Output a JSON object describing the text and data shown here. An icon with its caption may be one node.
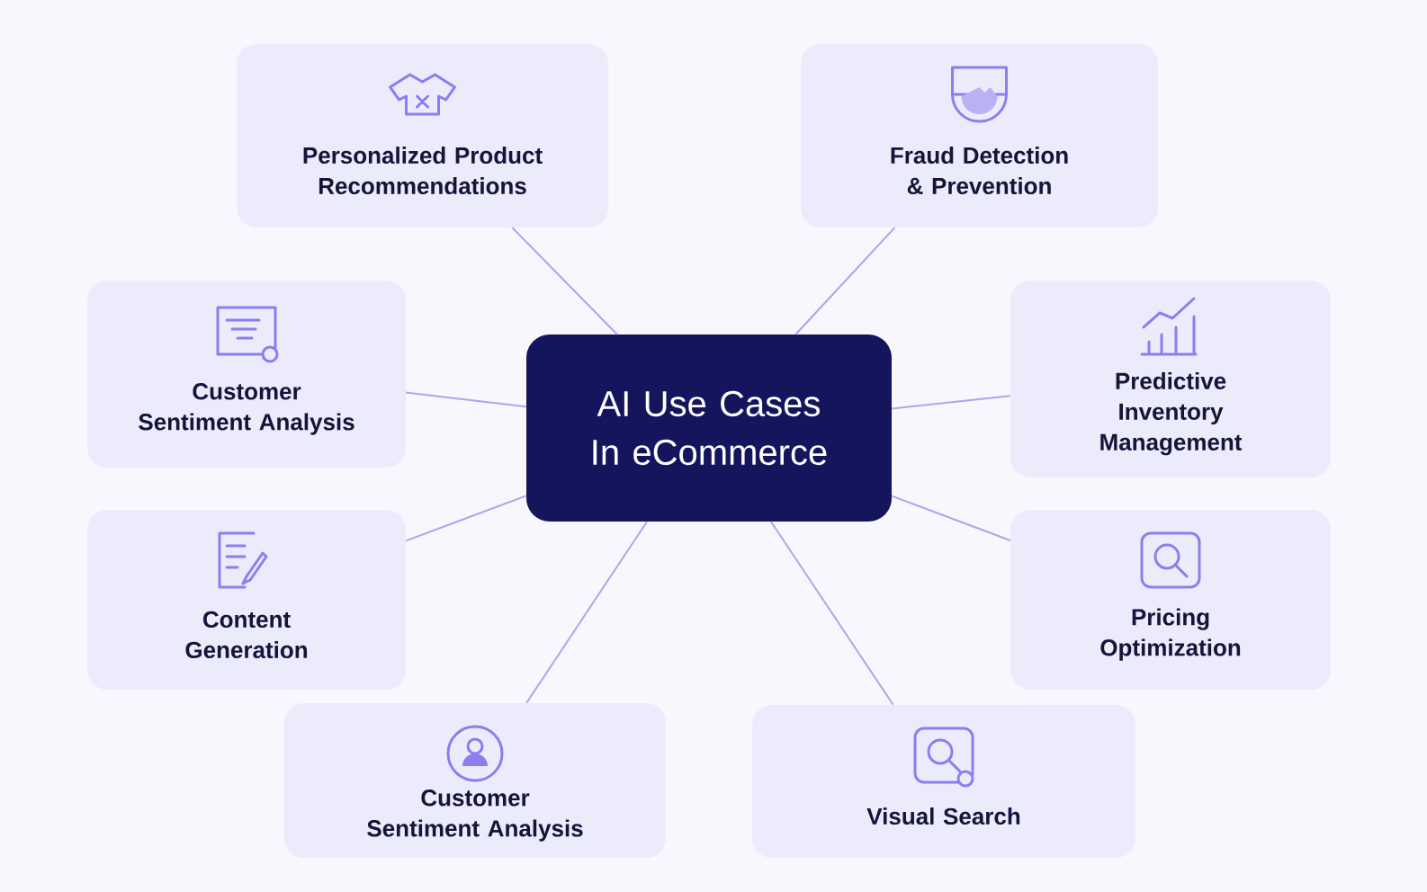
{
  "diagram": {
    "nodes": [
      {
        "text": [
          "AI Use Cases In eCommerce"
        ]
      },
      {
        "text": [
          "Personalized Product Recommendations"
        ]
      },
      {
        "text": [
          "Fraud Detection & Prevention"
        ]
      },
      {
        "text": [
          "Customer Sentiment Analysis"
        ]
      },
      {
        "text": [
          "Predictive Inventory Management"
        ]
      },
      {
        "text": [
          "Content Generation"
        ]
      },
      {
        "text": [
          "Pricing Optimization"
        ]
      },
      {
        "text": [
          "Customer Sentiment Analysis"
        ]
      },
      {
        "text": [
          "Visual Search"
        ]
      }
    ],
    "edges": [
      {
        "from": 0,
        "to": 1,
        "arrow": "none"
      },
      {
        "from": 0,
        "to": 2,
        "arrow": "none"
      },
      {
        "from": 0,
        "to": 3,
        "arrow": "none"
      },
      {
        "from": 0,
        "to": 4,
        "arrow": "none"
      },
      {
        "from": 0,
        "to": 5,
        "arrow": "none"
      },
      {
        "from": 0,
        "to": 6,
        "arrow": "none"
      },
      {
        "from": 0,
        "to": 7,
        "arrow": "none"
      },
      {
        "from": 0,
        "to": 8,
        "arrow": "none"
      }
    ]
  }
}
